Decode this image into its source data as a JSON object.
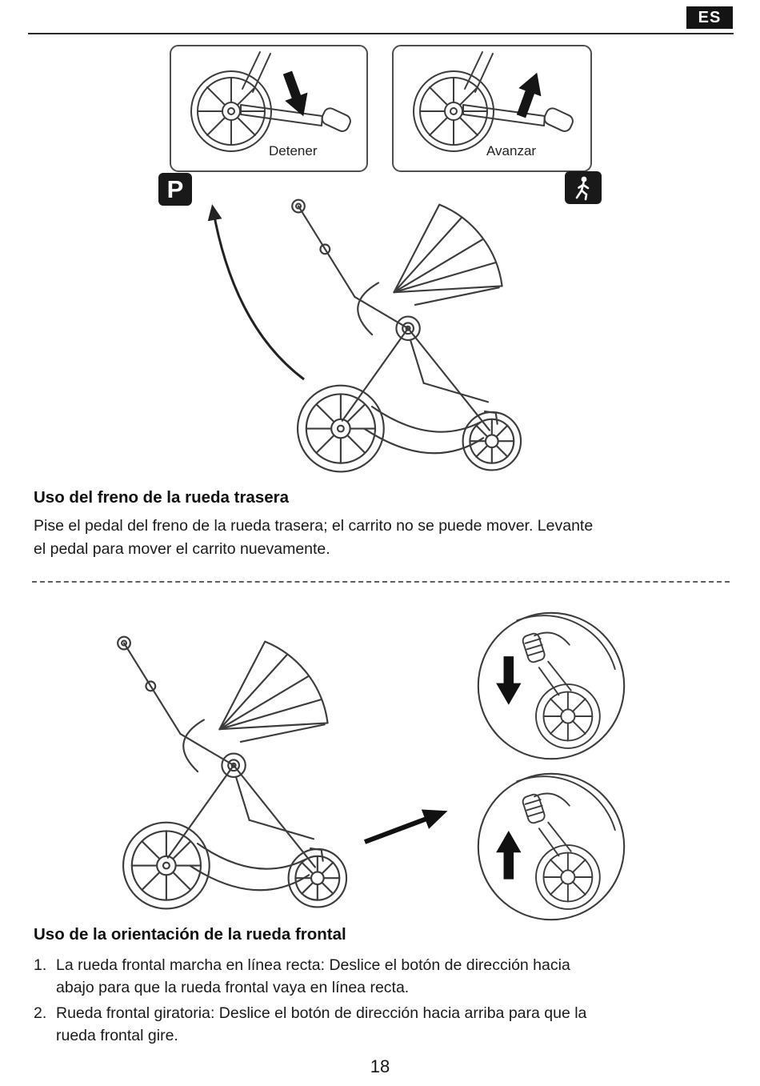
{
  "header": {
    "language_badge": "ES"
  },
  "figures": {
    "brake": {
      "stop_label": "Detener",
      "go_label": "Avanzar",
      "parking_symbol": "P"
    },
    "icons": {
      "parking": "parking-icon",
      "pedestrian": "walking-person-icon",
      "pedal_down": "down-arrow-icon",
      "pedal_up": "up-arrow-icon",
      "lift_direction": "curved-arrow-icon",
      "detail_pointer": "right-arrow-icon"
    }
  },
  "brake_section": {
    "heading": "Uso del freno de la rueda trasera",
    "body_lines": [
      "Pise el pedal del freno de la rueda trasera; el carrito no se puede mover. Levante",
      "el pedal para mover el carrito nuevamente."
    ]
  },
  "swivel_section": {
    "heading": "Uso de la orientación de la rueda frontal",
    "items": [
      {
        "num": "1.",
        "lines": [
          "La rueda frontal marcha en línea recta: Deslice el botón de dirección hacia",
          "abajo para que la rueda frontal vaya en línea recta."
        ]
      },
      {
        "num": "2.",
        "lines": [
          "Rueda frontal giratoria: Deslice el botón de dirección hacia arriba para que la",
          "rueda frontal gire."
        ]
      }
    ]
  },
  "footer": {
    "page_number": "18"
  },
  "colors": {
    "badge_bg": "#141414",
    "icon_bg": "#191919",
    "line_art": "#3c3c3c",
    "arrow": "#151515",
    "text": "#1a1a1a"
  }
}
